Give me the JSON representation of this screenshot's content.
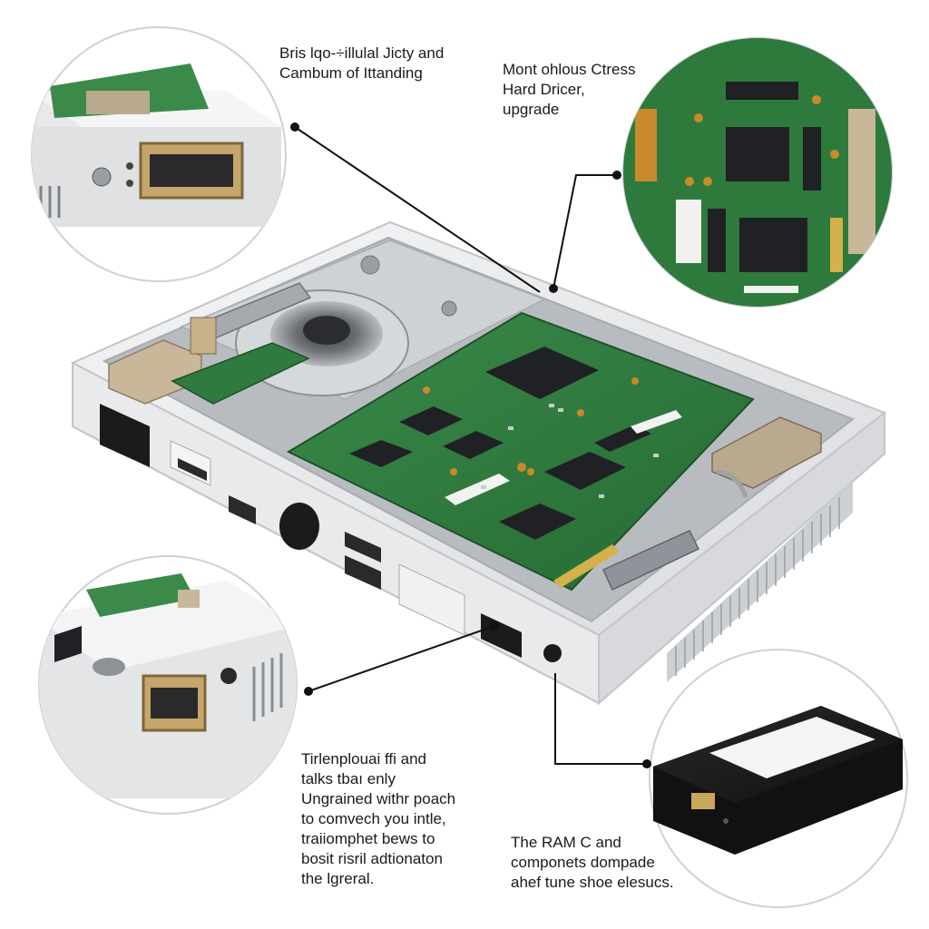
{
  "callouts": {
    "top_left": "Bris lqo-÷illulal Jicty and\nCambum of Ittanding",
    "top_right": "Mont ohlous Ctress\nHard Dricer,\nupgrade",
    "bottom_left": "Tirlenplouai ffi and\ntalks tbaı enly\nUngrained withr poach\nto comvech you intle,\ntraiiomphet bews to\nbosit risril adtionaton\nthe lgreral.",
    "bottom_right": "The RAM C and\ncomponets dompade\nahef tune shoe elesucs."
  },
  "colors": {
    "case": "#e7e8ea",
    "case_edge": "#c9cbce",
    "pcb": "#2f7a3e",
    "chip": "#1f2124",
    "ssd": "#1b1b1c",
    "leader": "#111111"
  }
}
